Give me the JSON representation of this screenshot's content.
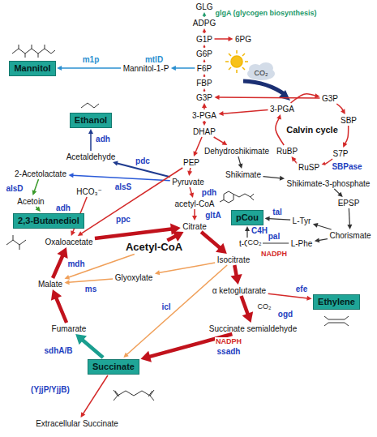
{
  "diagram": {
    "nodes": [
      {
        "text": [
          "GLG"
        ]
      },
      {
        "text": [
          "ADPG"
        ]
      },
      {
        "text": [
          "G1P"
        ]
      },
      {
        "text": [
          "6PG"
        ]
      },
      {
        "text": [
          "G6P"
        ]
      },
      {
        "text": [
          "F6P"
        ]
      },
      {
        "text": [
          "FBP"
        ]
      },
      {
        "text": [
          "G3P"
        ]
      },
      {
        "text": [
          "Mannitol-1-P"
        ]
      },
      {
        "text": [
          "Mannitol"
        ]
      },
      {
        "text": [
          "G3P"
        ]
      },
      {
        "text": [
          "SBP"
        ]
      },
      {
        "text": [
          "S7P"
        ]
      },
      {
        "text": [
          "RuSP"
        ]
      },
      {
        "text": [
          "RuBP"
        ]
      },
      {
        "text": [
          "3-PGA"
        ]
      },
      {
        "text": [
          "3-PGA"
        ]
      },
      {
        "text": [
          "DHAP"
        ]
      },
      {
        "text": [
          "Dehydroshikimate"
        ]
      },
      {
        "text": [
          "Ethanol"
        ]
      },
      {
        "text": [
          "Acetaldehyde"
        ]
      },
      {
        "text": [
          "PEP"
        ]
      },
      {
        "text": [
          "Shikimate"
        ]
      },
      {
        "text": [
          "Shikimate-3-phosphate"
        ]
      },
      {
        "text": [
          "Pyruvate"
        ]
      },
      {
        "text": [
          "2-Acetolactate"
        ]
      },
      {
        "text": [
          "Acetoin"
        ]
      },
      {
        "text": [
          "2,3-Butanediol"
        ]
      },
      {
        "text": [
          "acetyl-CoA"
        ]
      },
      {
        "text": [
          "Citrate"
        ]
      },
      {
        "text": [
          "HCO₃⁻"
        ]
      },
      {
        "text": [
          "EPSP"
        ]
      },
      {
        "text": [
          "Chorismate"
        ]
      },
      {
        "text": [
          "L-Tyr"
        ]
      },
      {
        "text": [
          "L-Phe"
        ]
      },
      {
        "text": [
          "t-CA"
        ]
      },
      {
        "text": [
          "pCou"
        ]
      },
      {
        "text": [
          "Oxaloacetate"
        ]
      },
      {
        "text": [
          "Acetyl-CoA"
        ]
      },
      {
        "text": [
          "Isocitrate"
        ]
      },
      {
        "text": [
          "α ketoglutarate"
        ]
      },
      {
        "text": [
          "Ethylene"
        ]
      },
      {
        "text": [
          "Malate"
        ]
      },
      {
        "text": [
          "Glyoxylate"
        ]
      },
      {
        "text": [
          "Succinate semialdehyde"
        ]
      },
      {
        "text": [
          "Fumarate"
        ]
      },
      {
        "text": [
          "Succinate"
        ]
      },
      {
        "text": [
          "Extracellular Succinate"
        ]
      }
    ],
    "edges": [
      {
        "from": 1,
        "to": 0,
        "arrow": "to",
        "label": "glgA (glycogen biosynthesis)"
      },
      {
        "from": 2,
        "to": 1,
        "arrow": "to"
      },
      {
        "from": 2,
        "to": 3,
        "arrow": "to"
      },
      {
        "from": 4,
        "to": 2,
        "arrow": "to"
      },
      {
        "from": 5,
        "to": 4,
        "arrow": "to"
      },
      {
        "from": 6,
        "to": 5,
        "arrow": "to"
      },
      {
        "from": 7,
        "to": 6,
        "arrow": "to"
      },
      {
        "from": 5,
        "to": 8,
        "arrow": "to",
        "label": "mtlD"
      },
      {
        "from": 8,
        "to": 9,
        "arrow": "to",
        "label": "m1p"
      },
      {
        "from": 16,
        "to": 7,
        "arrow": "to"
      },
      {
        "from": 10,
        "to": 7,
        "arrow": "to"
      },
      {
        "from": 10,
        "to": 11,
        "arrow": "to"
      },
      {
        "from": 11,
        "to": 12,
        "arrow": "to",
        "label": "SBPase"
      },
      {
        "from": 12,
        "to": 13,
        "arrow": "to"
      },
      {
        "from": 13,
        "to": 14,
        "arrow": "to"
      },
      {
        "from": 14,
        "to": 15,
        "arrow": "to"
      },
      {
        "from": 15,
        "to": 10,
        "arrow": "to"
      },
      {
        "from": 15,
        "to": 16,
        "arrow": "to"
      },
      {
        "from": 16,
        "to": 17,
        "arrow": "to"
      },
      {
        "from": 17,
        "to": 21,
        "arrow": "to"
      },
      {
        "from": 17,
        "to": 18,
        "arrow": "to"
      },
      {
        "from": 18,
        "to": 22,
        "arrow": "to"
      },
      {
        "from": 22,
        "to": 23,
        "arrow": "to"
      },
      {
        "from": 23,
        "to": 31,
        "arrow": "to"
      },
      {
        "from": 31,
        "to": 32,
        "arrow": "to"
      },
      {
        "from": 32,
        "to": 33,
        "arrow": "to"
      },
      {
        "from": 32,
        "to": 34,
        "arrow": "to"
      },
      {
        "from": 34,
        "to": 35,
        "arrow": "to",
        "label": "pal"
      },
      {
        "from": 35,
        "to": 36,
        "arrow": "to",
        "label": "C4H"
      },
      {
        "from": 33,
        "to": 36,
        "arrow": "to",
        "label": "tal"
      },
      {
        "from": 21,
        "to": 24,
        "arrow": "to"
      },
      {
        "from": 24,
        "to": 20,
        "arrow": "to",
        "label": "pdc"
      },
      {
        "from": 20,
        "to": 19,
        "arrow": "to",
        "label": "adh"
      },
      {
        "from": 24,
        "to": 25,
        "arrow": "to",
        "label": "alsS"
      },
      {
        "from": 25,
        "to": 26,
        "arrow": "to",
        "label": "alsD"
      },
      {
        "from": 26,
        "to": 27,
        "arrow": "to",
        "label": "adh"
      },
      {
        "from": 24,
        "to": 28,
        "arrow": "to",
        "label": "pdh"
      },
      {
        "from": 28,
        "to": 29,
        "arrow": "to",
        "label": "gltA"
      },
      {
        "from": 21,
        "to": 37,
        "arrow": "to",
        "label": "ppc"
      },
      {
        "from": 30,
        "to": 37,
        "arrow": "to"
      },
      {
        "from": 37,
        "to": 29,
        "arrow": "to"
      },
      {
        "from": 38,
        "to": 29,
        "arrow": "to"
      },
      {
        "from": 29,
        "to": 39,
        "arrow": "to"
      },
      {
        "from": 39,
        "to": 40,
        "arrow": "to"
      },
      {
        "from": 40,
        "to": 44,
        "arrow": "to",
        "label": "ogd"
      },
      {
        "from": 44,
        "to": 46,
        "arrow": "to",
        "label": "ssadh"
      },
      {
        "from": 46,
        "to": 45,
        "arrow": "to",
        "label": "sdhA/B"
      },
      {
        "from": 45,
        "to": 42,
        "arrow": "to"
      },
      {
        "from": 42,
        "to": 37,
        "arrow": "to",
        "label": "mdh"
      },
      {
        "from": 39,
        "to": 43,
        "arrow": "to"
      },
      {
        "from": 39,
        "to": 46,
        "arrow": "to",
        "label": "icl"
      },
      {
        "from": 43,
        "to": 42,
        "arrow": "to",
        "label": "ms"
      },
      {
        "from": 38,
        "to": 42,
        "arrow": "to"
      },
      {
        "from": 40,
        "to": 41,
        "arrow": "to",
        "label": "efe"
      },
      {
        "from": 46,
        "to": 47,
        "arrow": "to",
        "label": "(YjjP/YjjB)"
      }
    ],
    "labels": [
      "Calvin cycle",
      "CO₂",
      "CO₂",
      "NADPH",
      "CO₂",
      "NADPH"
    ]
  }
}
